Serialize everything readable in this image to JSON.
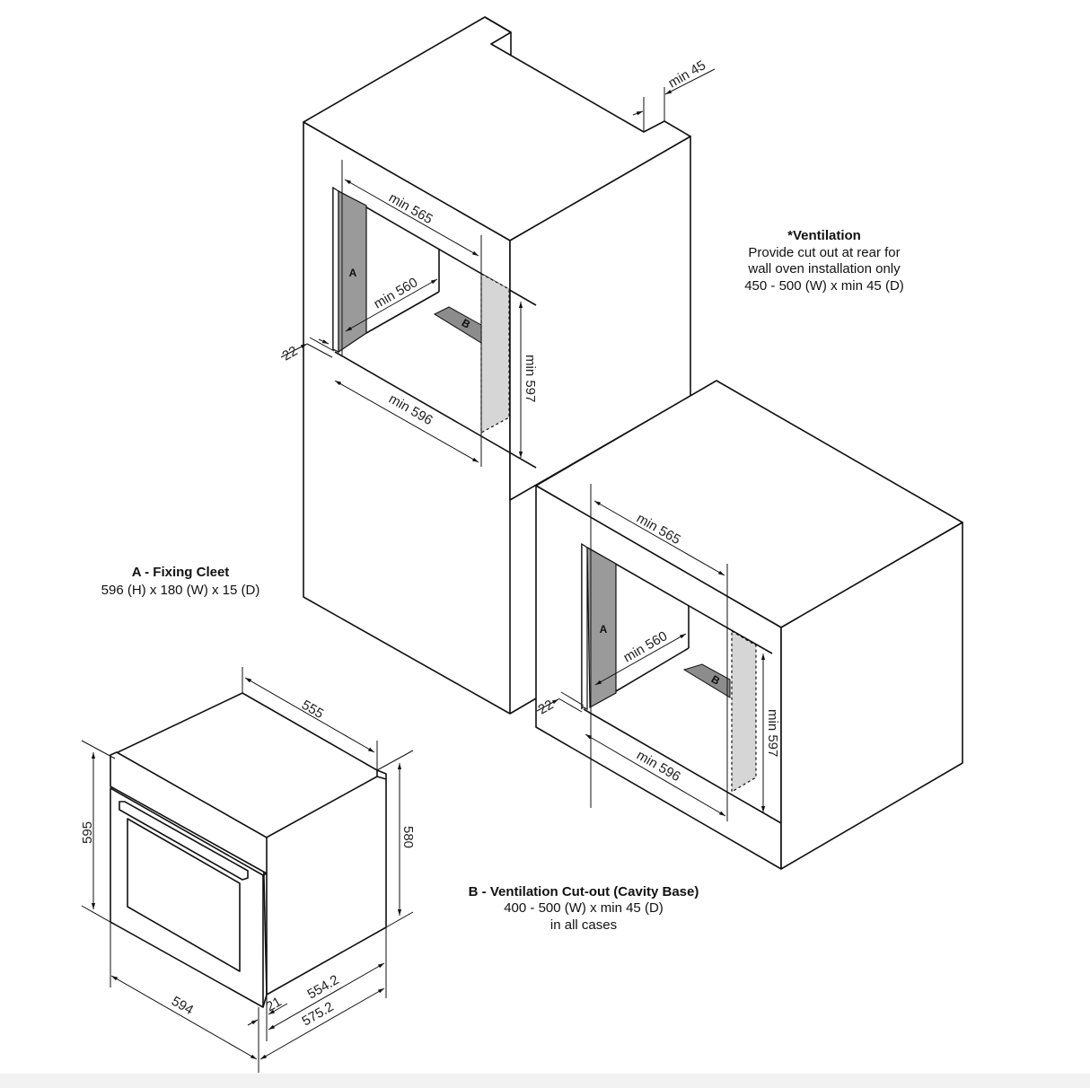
{
  "notes": {
    "ventilation": {
      "title": "*Ventilation",
      "lines": [
        "Provide cut out at rear for",
        "wall oven installation only",
        "450 - 500 (W) x min 45 (D)"
      ]
    },
    "fixing_cleet": {
      "title": "A - Fixing Cleet",
      "lines": [
        "596 (H) x 180 (W) x 15 (D)"
      ]
    },
    "ventilation_cutout": {
      "title": "B - Ventilation Cut-out (Cavity Base)",
      "lines": [
        "400 - 500 (W) x min 45 (D)",
        "in all cases"
      ]
    }
  },
  "tall_cabinet": {
    "rear_vent": "min 45",
    "width_top": "min 565",
    "depth": "min 560",
    "width_bottom": "min 596",
    "height": "min 597",
    "offset": "22",
    "cleat_label": "A",
    "cutout_label": "B"
  },
  "base_cabinet": {
    "width_top": "min 565",
    "depth": "min 560",
    "width_bottom": "min 596",
    "height": "min 597",
    "offset": "22",
    "cleat_label": "A",
    "cutout_label": "B"
  },
  "oven": {
    "depth_top": "555",
    "height_front": "595",
    "height_side": "580",
    "width": "594",
    "fascia": "21",
    "body_depth": "554.2",
    "total_depth": "575.2"
  }
}
